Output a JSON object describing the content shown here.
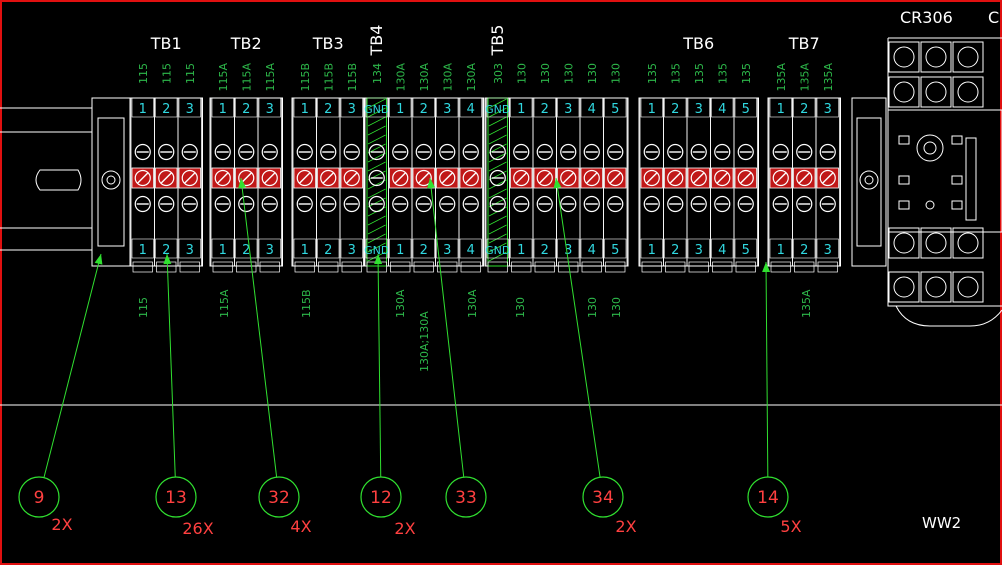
{
  "colors": {
    "background": "#000000",
    "frame": "#e01010",
    "line": "#ffffff",
    "wire_label": "#2db84a",
    "terminal_number": "#30d8e0",
    "balloon": "#30e030",
    "balloon_text": "#ff4040",
    "jumper": "#c01818",
    "gnd_hatch": "#30e030"
  },
  "terminal_blocks": [
    {
      "name": "TB1",
      "terminals": [
        "1",
        "2",
        "3"
      ],
      "top_wires": [
        "115",
        "115",
        "115"
      ],
      "jumpered": true
    },
    {
      "name": "TB2",
      "terminals": [
        "1",
        "2",
        "3"
      ],
      "top_wires": [
        "115A",
        "115A",
        "115A"
      ],
      "jumpered": true
    },
    {
      "name": "TB3",
      "terminals": [
        "1",
        "2",
        "3"
      ],
      "top_wires": [
        "115B",
        "115B",
        "115B"
      ],
      "jumpered": true
    },
    {
      "name": "TB4",
      "terminals": [
        "GND",
        "1",
        "2",
        "3",
        "4"
      ],
      "top_wires": [
        "134",
        "130A",
        "130A",
        "130A",
        "130A"
      ],
      "jumpered": true,
      "vertical_label": true
    },
    {
      "name": "TB5",
      "terminals": [
        "GND",
        "1",
        "2",
        "3",
        "4",
        "5"
      ],
      "top_wires": [
        "303",
        "130",
        "130",
        "130",
        "130",
        "130"
      ],
      "jumpered": true,
      "vertical_label": true
    },
    {
      "name": "TB6",
      "terminals": [
        "1",
        "2",
        "3",
        "4",
        "5"
      ],
      "top_wires": [
        "135",
        "135",
        "135",
        "135",
        "135"
      ],
      "jumpered": true
    },
    {
      "name": "TB7",
      "terminals": [
        "1",
        "2",
        "3"
      ],
      "top_wires": [
        "135A",
        "135A",
        "135A"
      ],
      "jumpered": true
    }
  ],
  "bottom_wire_labels": [
    "115",
    "115A",
    "115B",
    "130A",
    "130A;130A",
    "130A",
    "130",
    "130",
    "130",
    "135A"
  ],
  "relay": {
    "label": "CR306",
    "next_label": "C"
  },
  "balloons": [
    {
      "number": "9",
      "qty": "2X"
    },
    {
      "number": "13",
      "qty": "26X"
    },
    {
      "number": "32",
      "qty": "4X"
    },
    {
      "number": "12",
      "qty": "2X"
    },
    {
      "number": "33",
      "qty": ""
    },
    {
      "number": "34",
      "qty": "2X"
    },
    {
      "number": "14",
      "qty": "5X"
    }
  ],
  "sheet_label": "WW2"
}
